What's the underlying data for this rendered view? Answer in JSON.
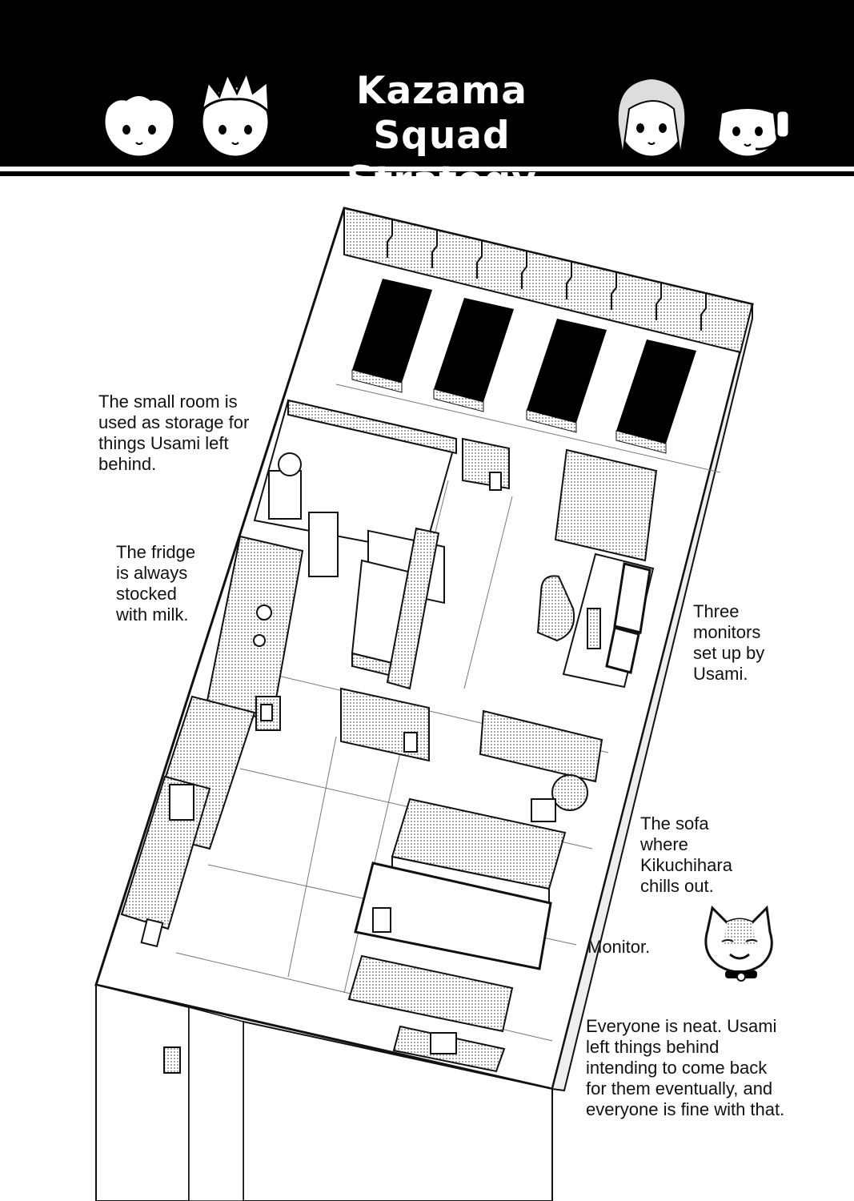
{
  "header": {
    "title_line1": "Kazama Squad",
    "title_line2": "Strategy Room"
  },
  "notes": {
    "storage": [
      "The small room is",
      "used as storage for",
      "things Usami left",
      "behind."
    ],
    "fridge": [
      "The fridge",
      "is always",
      "stocked",
      "with milk."
    ],
    "monitors": [
      "Three",
      "monitors",
      "set up by",
      "Usami."
    ],
    "sofa": [
      "The sofa",
      "where",
      "Kikuchihara",
      "chills out."
    ],
    "monitor": "Monitor.",
    "footer": [
      "Everyone is neat. Usami",
      "left things behind",
      "intending to come back",
      "for them eventually, and",
      "everyone is fine with that."
    ]
  },
  "colors": {
    "ink": "#111111",
    "paper": "#ffffff",
    "tone": "#cfcfcf",
    "dark": "#000000"
  }
}
